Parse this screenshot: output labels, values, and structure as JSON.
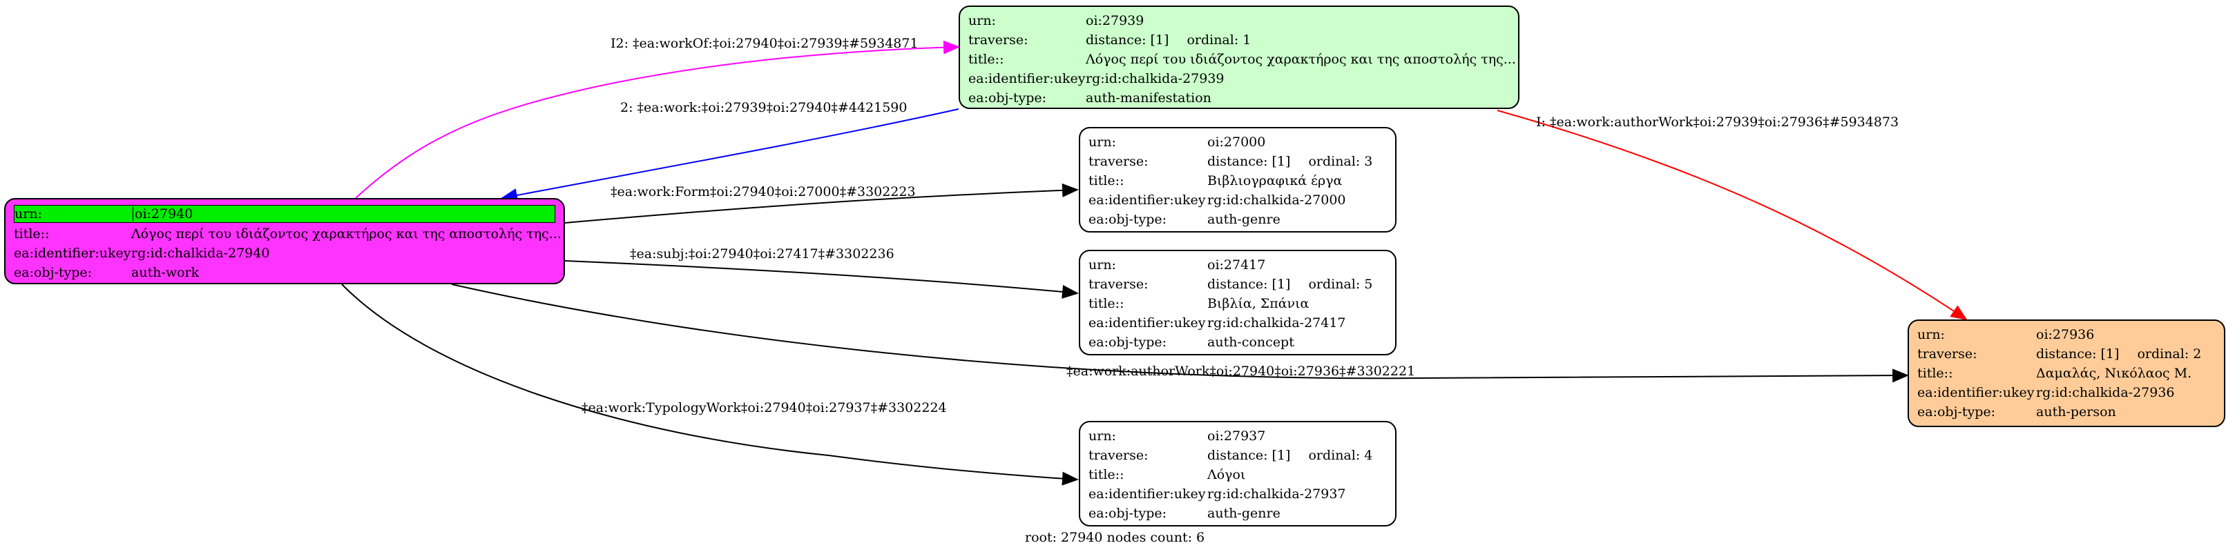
{
  "nodes": {
    "n27939": {
      "fill": "#ccffcc",
      "rows": [
        {
          "k": "urn:",
          "v": "oi:27939"
        },
        {
          "k": "traverse:",
          "v": "distance: [1]",
          "v2": "ordinal: 1"
        },
        {
          "k": "title::",
          "v": "Λόγος περί του ιδιάζοντος χαρακτήρος και της αποστολής της..."
        },
        {
          "k": "ea:identifier:ukey",
          "v": "rg:id:chalkida-27939"
        },
        {
          "k": "ea:obj-type:",
          "v": "auth-manifestation"
        }
      ]
    },
    "n27940": {
      "fill": "#ff33ff",
      "urn_fill": "#00ee00",
      "rows": [
        {
          "k": "urn:",
          "v": "oi:27940"
        },
        {
          "k": "title::",
          "v": "Λόγος περί του ιδιάζοντος χαρακτήρος και της αποστολής της..."
        },
        {
          "k": "ea:identifier:ukey",
          "v": "rg:id:chalkida-27940"
        },
        {
          "k": "ea:obj-type:",
          "v": "auth-work"
        }
      ]
    },
    "n27000": {
      "fill": "#ffffff",
      "rows": [
        {
          "k": "urn:",
          "v": "oi:27000"
        },
        {
          "k": "traverse:",
          "v": "distance: [1]",
          "v2": "ordinal: 3"
        },
        {
          "k": "title::",
          "v": "Βιβλιογραφικά έργα"
        },
        {
          "k": "ea:identifier:ukey",
          "v": "rg:id:chalkida-27000"
        },
        {
          "k": "ea:obj-type:",
          "v": "auth-genre"
        }
      ]
    },
    "n27417": {
      "fill": "#ffffff",
      "rows": [
        {
          "k": "urn:",
          "v": "oi:27417"
        },
        {
          "k": "traverse:",
          "v": "distance: [1]",
          "v2": "ordinal: 5"
        },
        {
          "k": "title::",
          "v": "Βιβλία, Σπάνια"
        },
        {
          "k": "ea:identifier:ukey",
          "v": "rg:id:chalkida-27417"
        },
        {
          "k": "ea:obj-type:",
          "v": "auth-concept"
        }
      ]
    },
    "n27937": {
      "fill": "#ffffff",
      "rows": [
        {
          "k": "urn:",
          "v": "oi:27937"
        },
        {
          "k": "traverse:",
          "v": "distance: [1]",
          "v2": "ordinal: 4"
        },
        {
          "k": "title::",
          "v": "Λόγοι"
        },
        {
          "k": "ea:identifier:ukey",
          "v": "rg:id:chalkida-27937"
        },
        {
          "k": "ea:obj-type:",
          "v": "auth-genre"
        }
      ]
    },
    "n27936": {
      "fill": "#ffcc99",
      "rows": [
        {
          "k": "urn:",
          "v": "oi:27936"
        },
        {
          "k": "traverse:",
          "v": "distance: [1]",
          "v2": "ordinal: 2"
        },
        {
          "k": "title::",
          "v": "Δαμαλάς, Νικόλαος Μ."
        },
        {
          "k": "ea:identifier:ukey",
          "v": "rg:id:chalkida-27936"
        },
        {
          "k": "ea:obj-type:",
          "v": "auth-person"
        }
      ]
    }
  },
  "edges": {
    "workOf": {
      "label": "I2: ‡ea:workOf:‡oi:27940‡oi:27939‡#5934871",
      "color": "#ff00ff"
    },
    "work": {
      "label": "2: ‡ea:work:‡oi:27939‡oi:27940‡#4421590",
      "color": "#0000ff"
    },
    "authorWork1": {
      "label": "I: ‡ea:work:authorWork‡oi:27939‡oi:27936‡#5934873",
      "color": "#ff0000"
    },
    "form": {
      "label": "‡ea:work:Form‡oi:27940‡oi:27000‡#3302223",
      "color": "#000000"
    },
    "subj": {
      "label": "‡ea:subj:‡oi:27940‡oi:27417‡#3302236",
      "color": "#000000"
    },
    "authorWork2": {
      "label": "‡ea:work:authorWork‡oi:27940‡oi:27936‡#3302221",
      "color": "#000000"
    },
    "typology": {
      "label": "‡ea:work:TypologyWork‡oi:27940‡oi:27937‡#3302224",
      "color": "#000000"
    }
  },
  "footer": "root: 27940 nodes count: 6"
}
